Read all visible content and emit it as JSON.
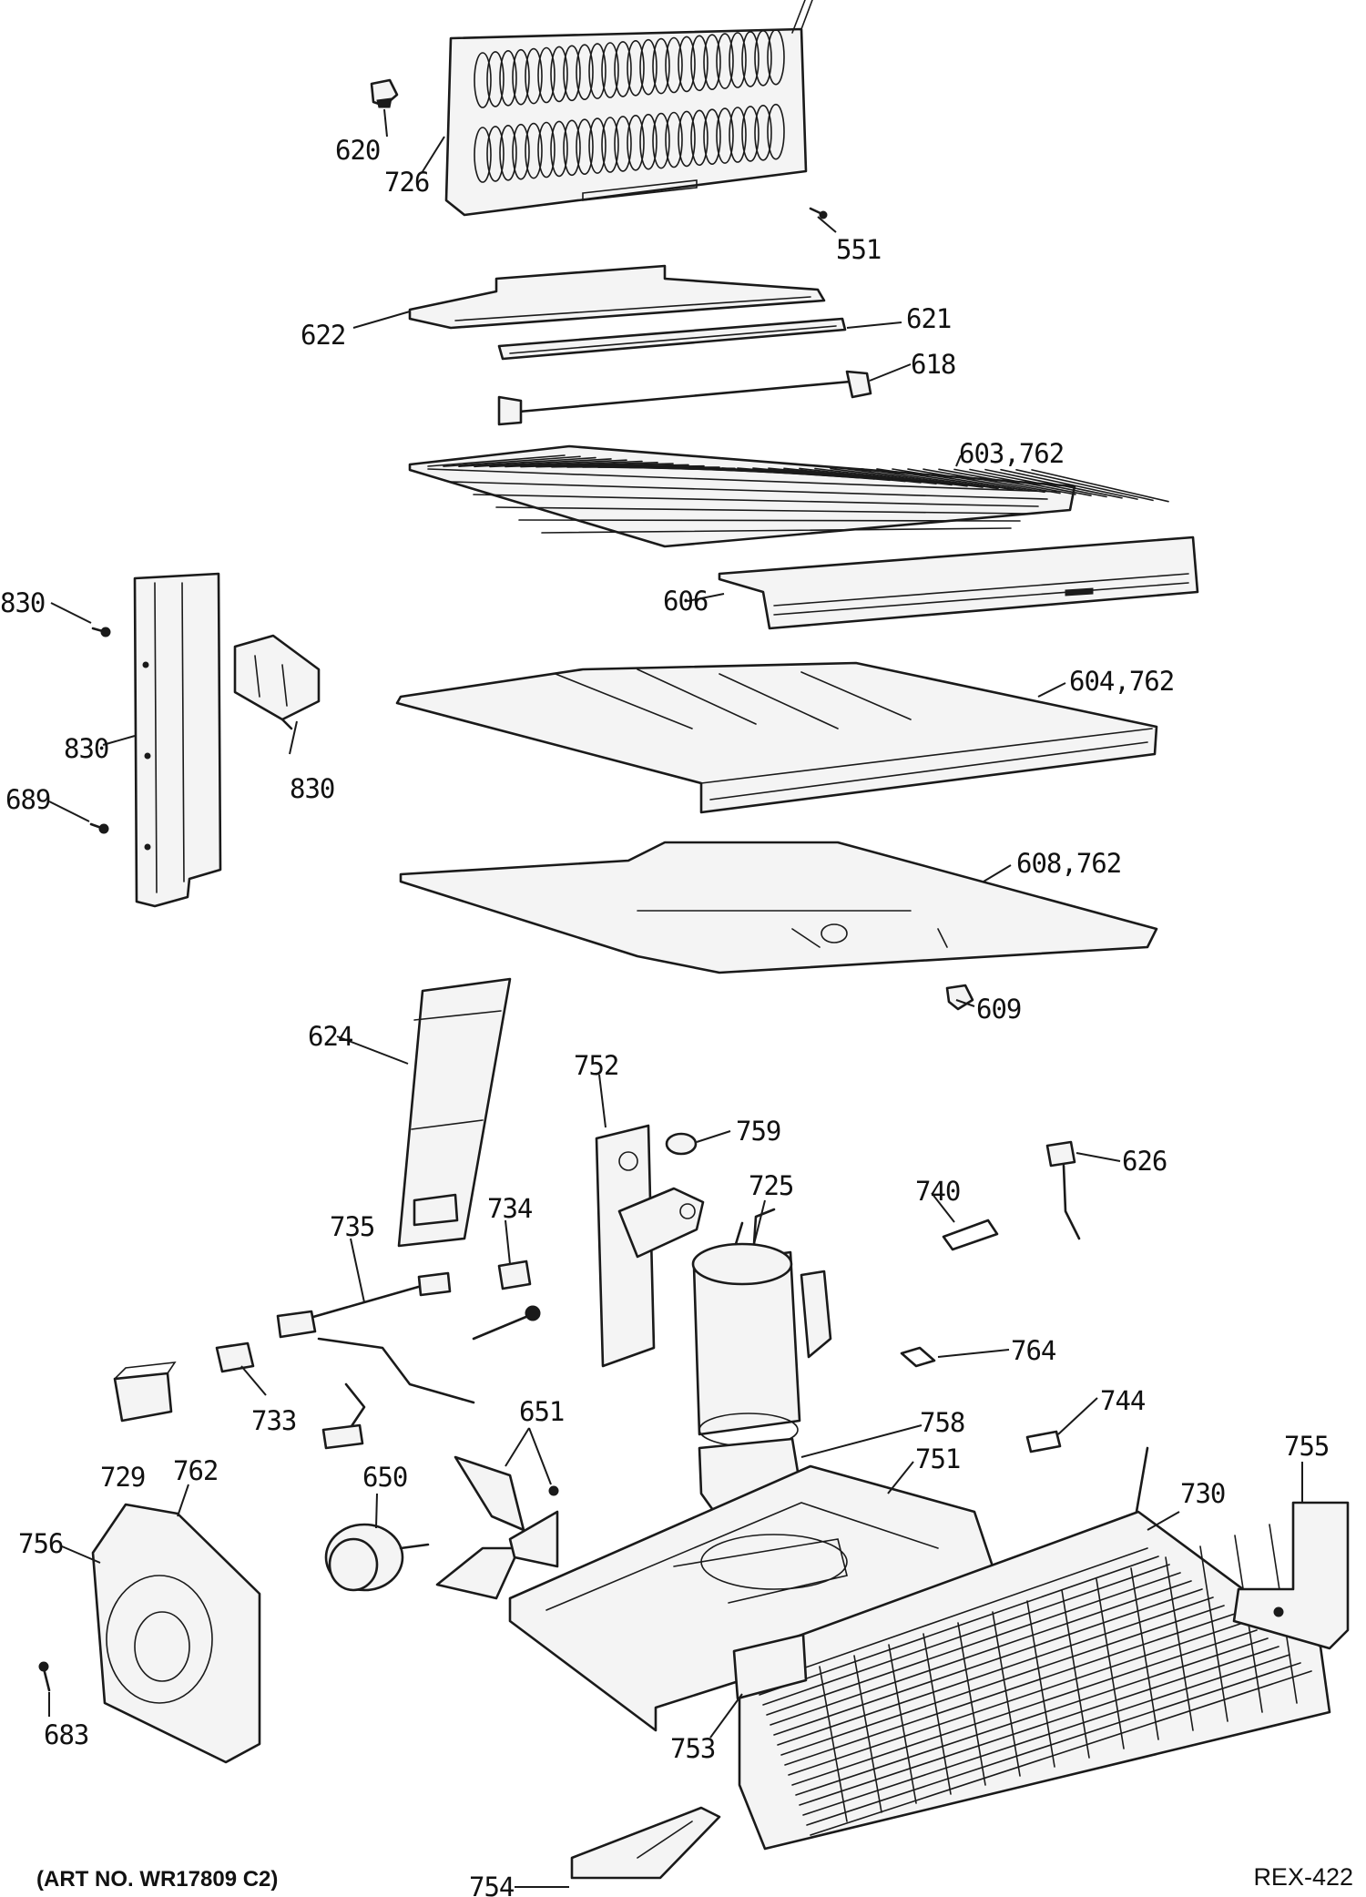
{
  "labels": {
    "p620": "620",
    "p726": "726",
    "p551": "551",
    "p622": "622",
    "p621": "621",
    "p618": "618",
    "p603": "603,762",
    "p606": "606",
    "p604": "604,762",
    "p608": "608,762",
    "p609": "609",
    "p830a": "830",
    "p830b": "830",
    "p830c": "830",
    "p689": "689",
    "p624": "624",
    "p752": "752",
    "p759": "759",
    "p725": "725",
    "p740": "740",
    "p626": "626",
    "p734": "734",
    "p735": "735",
    "p764": "764",
    "p733": "733",
    "p729": "729",
    "p744": "744",
    "p758": "758",
    "p651": "651",
    "p751": "751",
    "p762": "762",
    "p650": "650",
    "p730": "730",
    "p755": "755",
    "p756": "756",
    "p683": "683",
    "p753": "753",
    "p754": "754"
  },
  "footer": {
    "art_no": "(ART NO. WR17809 C2)",
    "ref": "REX-422"
  }
}
